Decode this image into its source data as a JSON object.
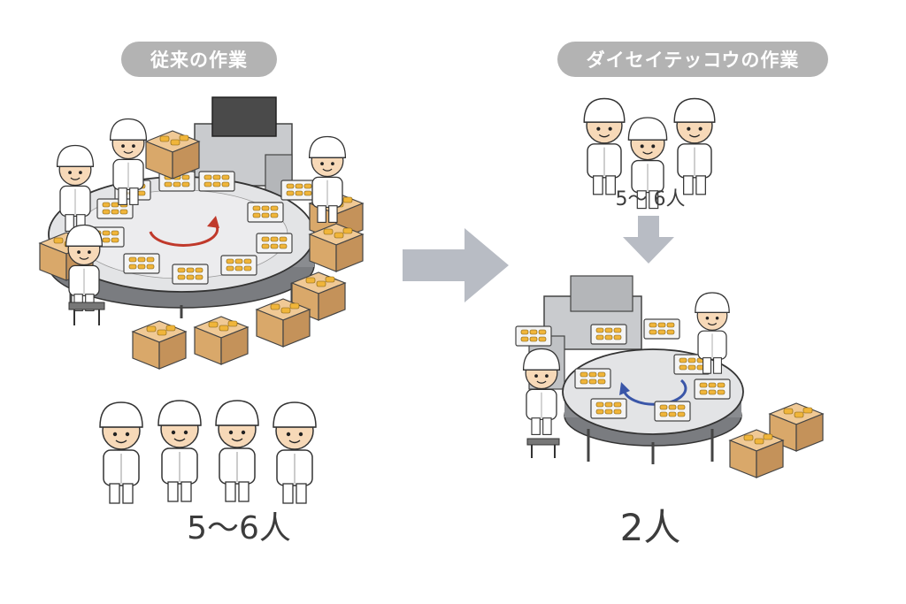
{
  "before": {
    "title": "従来の作業",
    "workers_label": "5〜6人",
    "worker_count_shown": 4
  },
  "after": {
    "title": "ダイセイテッコウの作業",
    "staff_label": "5〜 6人",
    "operators_label": "2人",
    "staff_count_shown": 3
  },
  "colors": {
    "pill": "#b3b3b3",
    "arrow": "#b8bcc4",
    "rotation_before": "#c0392b",
    "rotation_after": "#3a56a8",
    "tray_food": "#f0b53a",
    "box": "#d9b07c"
  }
}
